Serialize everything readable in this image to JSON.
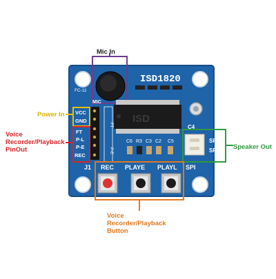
{
  "board": {
    "chip_label": "ISD1820",
    "chip_marking": "ISD",
    "fc_label": "FC-11",
    "mic_label": "MIC",
    "c4_label": "C4",
    "c5_label": "C5",
    "small_labels": [
      "C6",
      "R3",
      "C3",
      "C2"
    ],
    "j1_label": "J1",
    "spi_label": "SPI",
    "vertical_labels": {
      "ft": "FT",
      "pe": "P-E"
    },
    "power_pins": [
      "VCC",
      "GND"
    ],
    "control_pins": [
      "FT",
      "P-L",
      "P-E",
      "REC"
    ],
    "speaker_pins": [
      "SP+",
      "SP-"
    ],
    "buttons": [
      "REC",
      "PLAYE",
      "PLAYL"
    ]
  },
  "annotations": {
    "mic_in": "Mic In",
    "power_in": "Power In",
    "pinout": "Voice Recorder/Playback PinOut",
    "speaker_out": "Speaker Out",
    "button": "Voice Recorder/Playback Button"
  },
  "colors": {
    "pcb": "#1f63a8",
    "pcb_edge": "#174d86",
    "silkscreen": "#ffffff",
    "mic_box": "#6d3d8e",
    "power_box": "#e6c200",
    "pinout_box": "#d8232a",
    "speaker_box": "#2e9a3e",
    "button_box": "#e07a1f"
  }
}
